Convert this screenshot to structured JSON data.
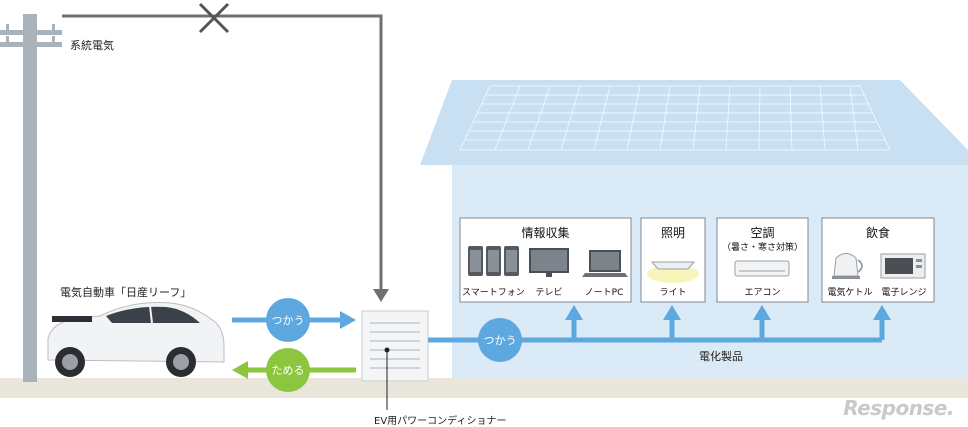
{
  "labels": {
    "grid": "系統電気",
    "car": "電気自動車「日産リーフ」",
    "pcs": "EV用パワーコンディショナー",
    "appliances": "電化製品"
  },
  "flows": {
    "use_to_pcs": "つかう",
    "store": "ためる",
    "use_to_house": "つかう"
  },
  "panels": {
    "info": {
      "title": "情報収集",
      "items": [
        "スマートフォン",
        "テレビ",
        "ノートPC"
      ]
    },
    "light": {
      "title": "照明",
      "items": [
        "ライト"
      ]
    },
    "air": {
      "title": "空調",
      "subtitle": "（暑さ・寒さ対策）",
      "items": [
        "エアコン"
      ]
    },
    "food": {
      "title": "飲食",
      "items": [
        "電気ケトル",
        "電子レンジ"
      ]
    }
  },
  "watermark": "Response.",
  "colors": {
    "flow_blue": "#5ea8e0",
    "flow_green": "#8cc63f",
    "house_fill": "#dbeaf7",
    "roof_fill": "#c9e0f3",
    "ground": "#eae6dc",
    "grid_line": "#6f6f6f"
  }
}
